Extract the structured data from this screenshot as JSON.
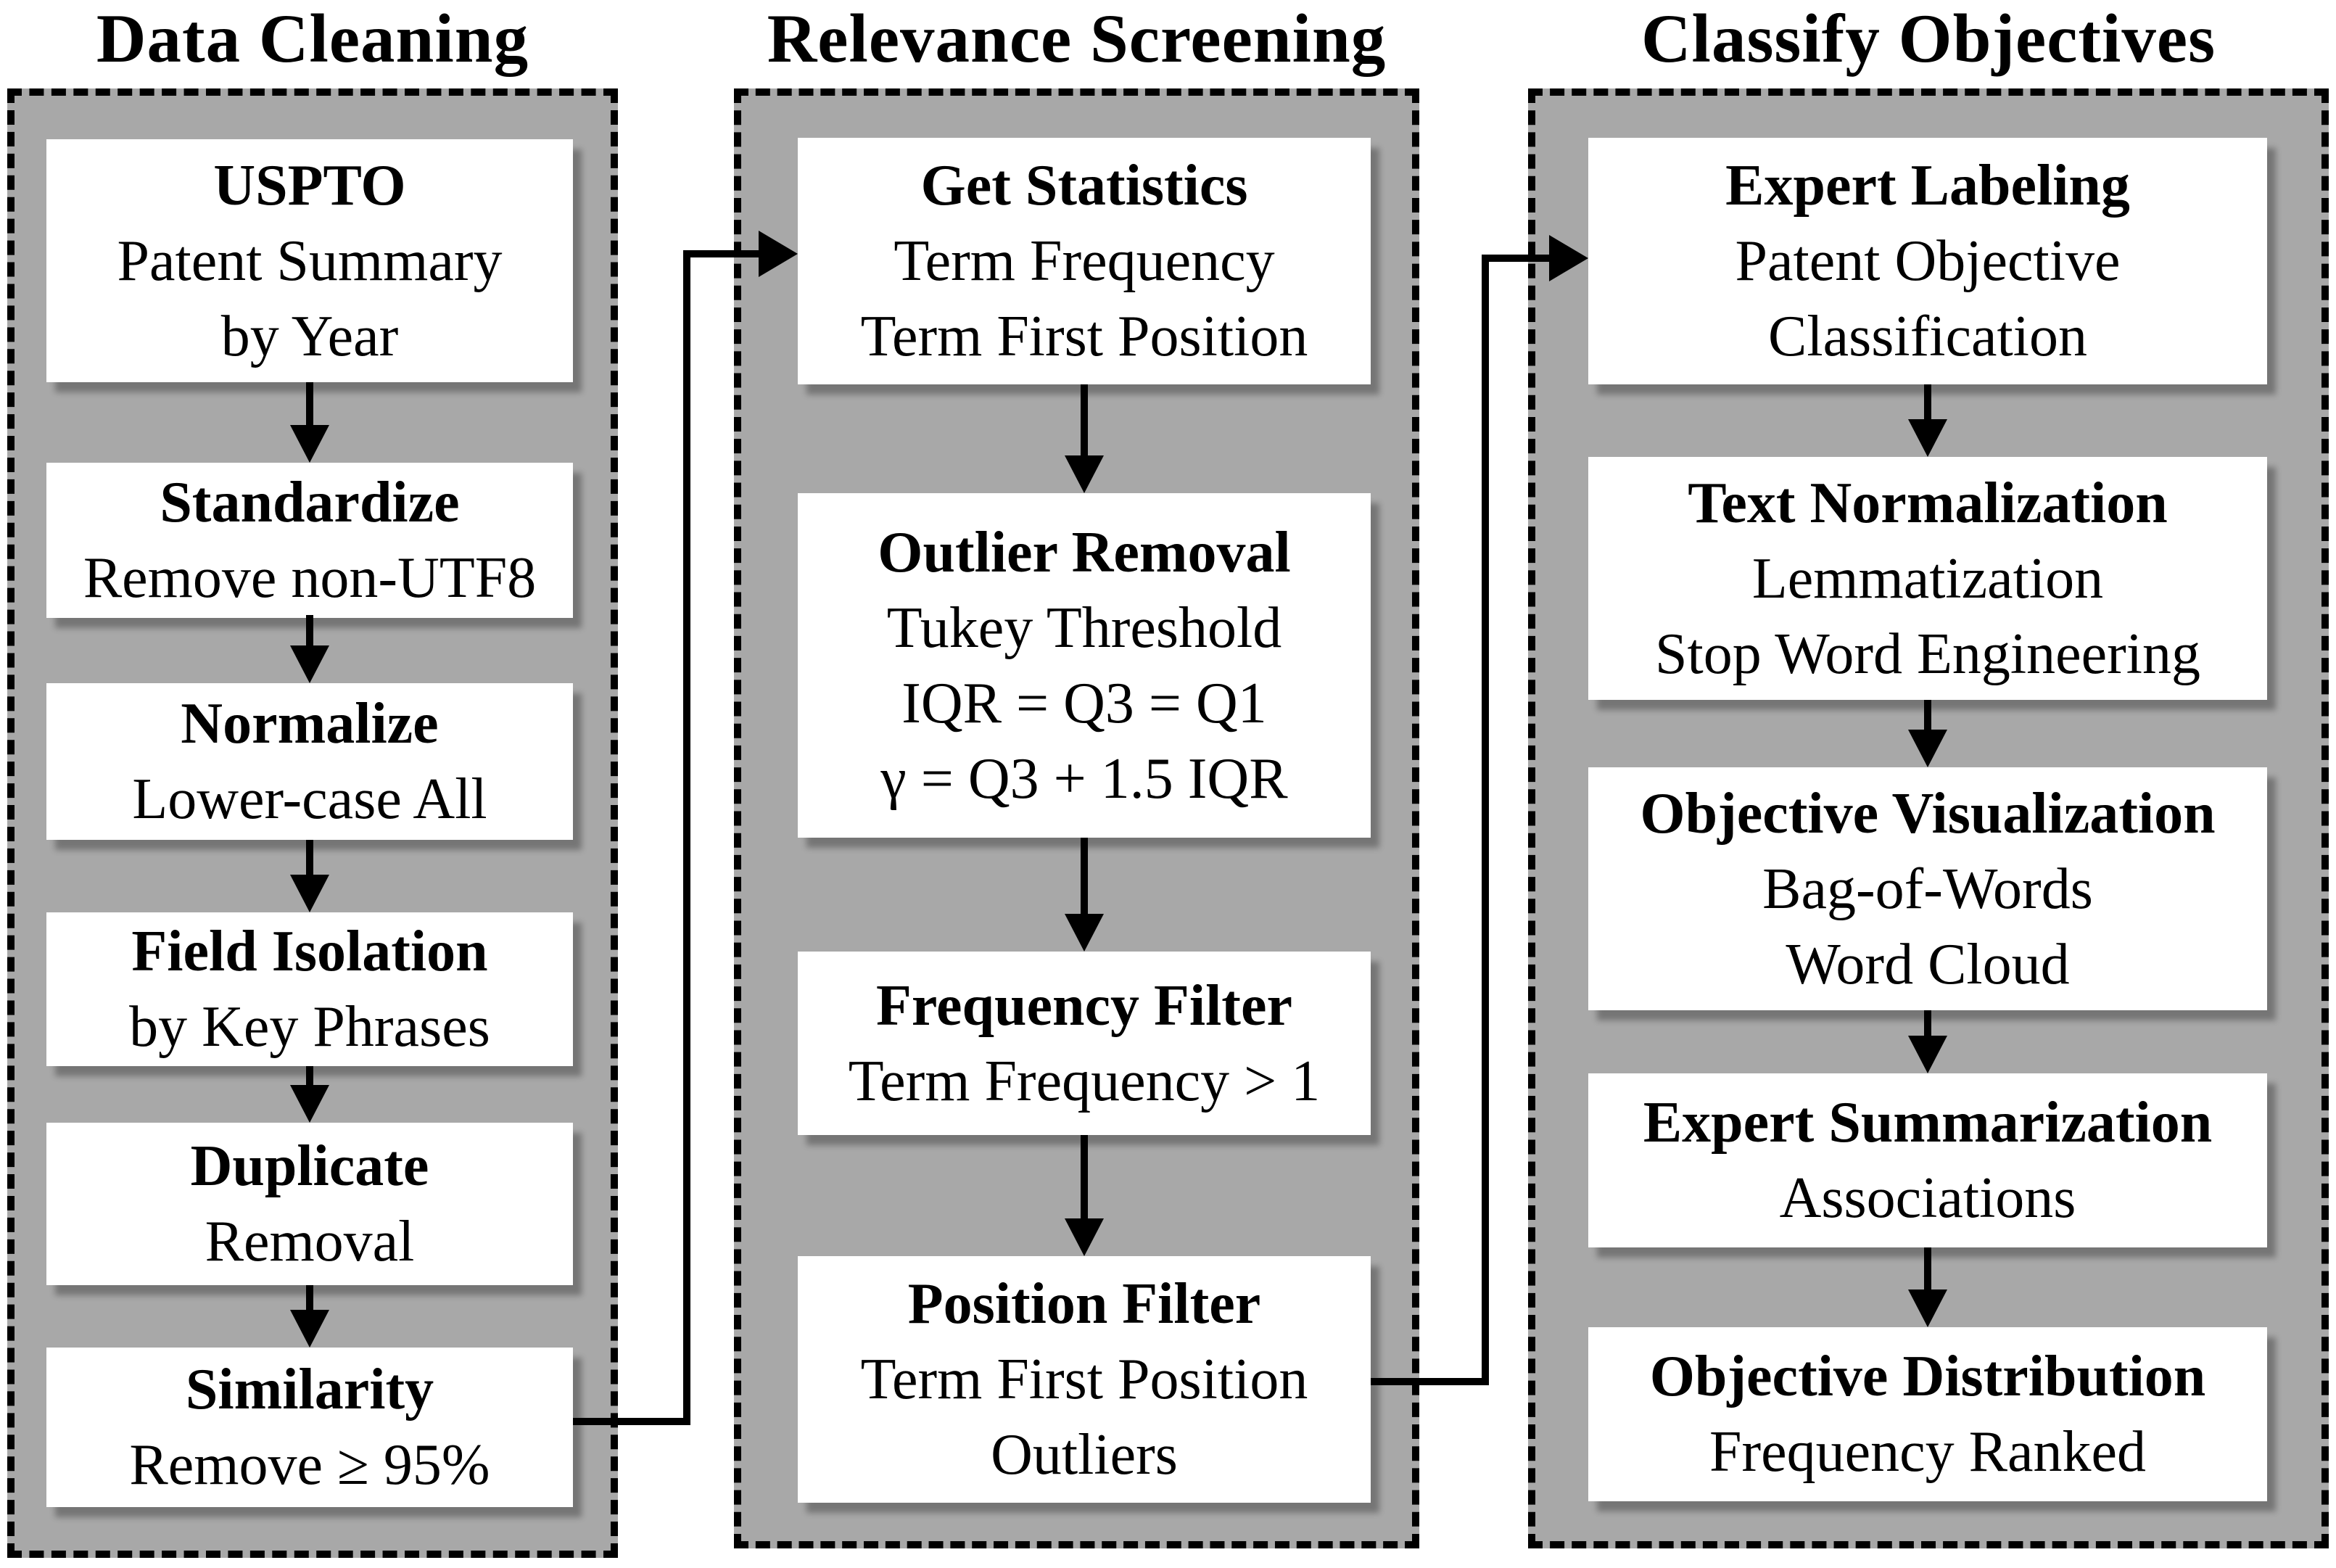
{
  "columns": [
    {
      "title": "Data Cleaning",
      "boxes": [
        {
          "id": "uspto",
          "lines": [
            "USPTO",
            "Patent Summary",
            "by Year"
          ]
        },
        {
          "id": "standardize",
          "lines": [
            "Standardize",
            "Remove non-UTF8"
          ]
        },
        {
          "id": "normalize",
          "lines": [
            "Normalize",
            "Lower-case All"
          ]
        },
        {
          "id": "field-isolation",
          "lines": [
            "Field Isolation",
            "by Key Phrases"
          ]
        },
        {
          "id": "duplicate",
          "lines": [
            "Duplicate",
            "Removal"
          ]
        },
        {
          "id": "similarity",
          "lines": [
            "Similarity",
            "Remove ≥ 95%"
          ]
        }
      ]
    },
    {
      "title": "Relevance Screening",
      "boxes": [
        {
          "id": "get-statistics",
          "lines": [
            "Get Statistics",
            "Term Frequency",
            "Term First Position"
          ]
        },
        {
          "id": "outlier-removal",
          "lines": [
            "Outlier Removal",
            "Tukey Threshold",
            "IQR = Q3 = Q1",
            "γ = Q3 + 1.5 IQR"
          ]
        },
        {
          "id": "frequency-filter",
          "lines": [
            "Frequency Filter",
            "Term Frequency > 1"
          ]
        },
        {
          "id": "position-filter",
          "lines": [
            "Position Filter",
            "Term First Position",
            "Outliers"
          ]
        }
      ]
    },
    {
      "title": "Classify Objectives",
      "boxes": [
        {
          "id": "expert-labeling",
          "lines": [
            "Expert Labeling",
            "Patent Objective",
            "Classification"
          ]
        },
        {
          "id": "text-normalization",
          "lines": [
            "Text Normalization",
            "Lemmatization",
            "Stop Word Engineering"
          ]
        },
        {
          "id": "objective-visualization",
          "lines": [
            "Objective Visualization",
            "Bag-of-Words",
            "Word Cloud"
          ]
        },
        {
          "id": "expert-summarization",
          "lines": [
            "Expert Summarization",
            "Associations"
          ]
        },
        {
          "id": "objective-distribution",
          "lines": [
            "Objective Distribution",
            "Frequency Ranked"
          ]
        }
      ]
    }
  ],
  "flow": [
    {
      "from": "Similarity",
      "to": "Get Statistics"
    },
    {
      "from": "Position Filter",
      "to": "Expert Labeling"
    }
  ],
  "colors": {
    "panel_fill": "#a8a8a8",
    "panel_border": "#000000",
    "box_fill": "#ffffff",
    "text": "#000000"
  }
}
